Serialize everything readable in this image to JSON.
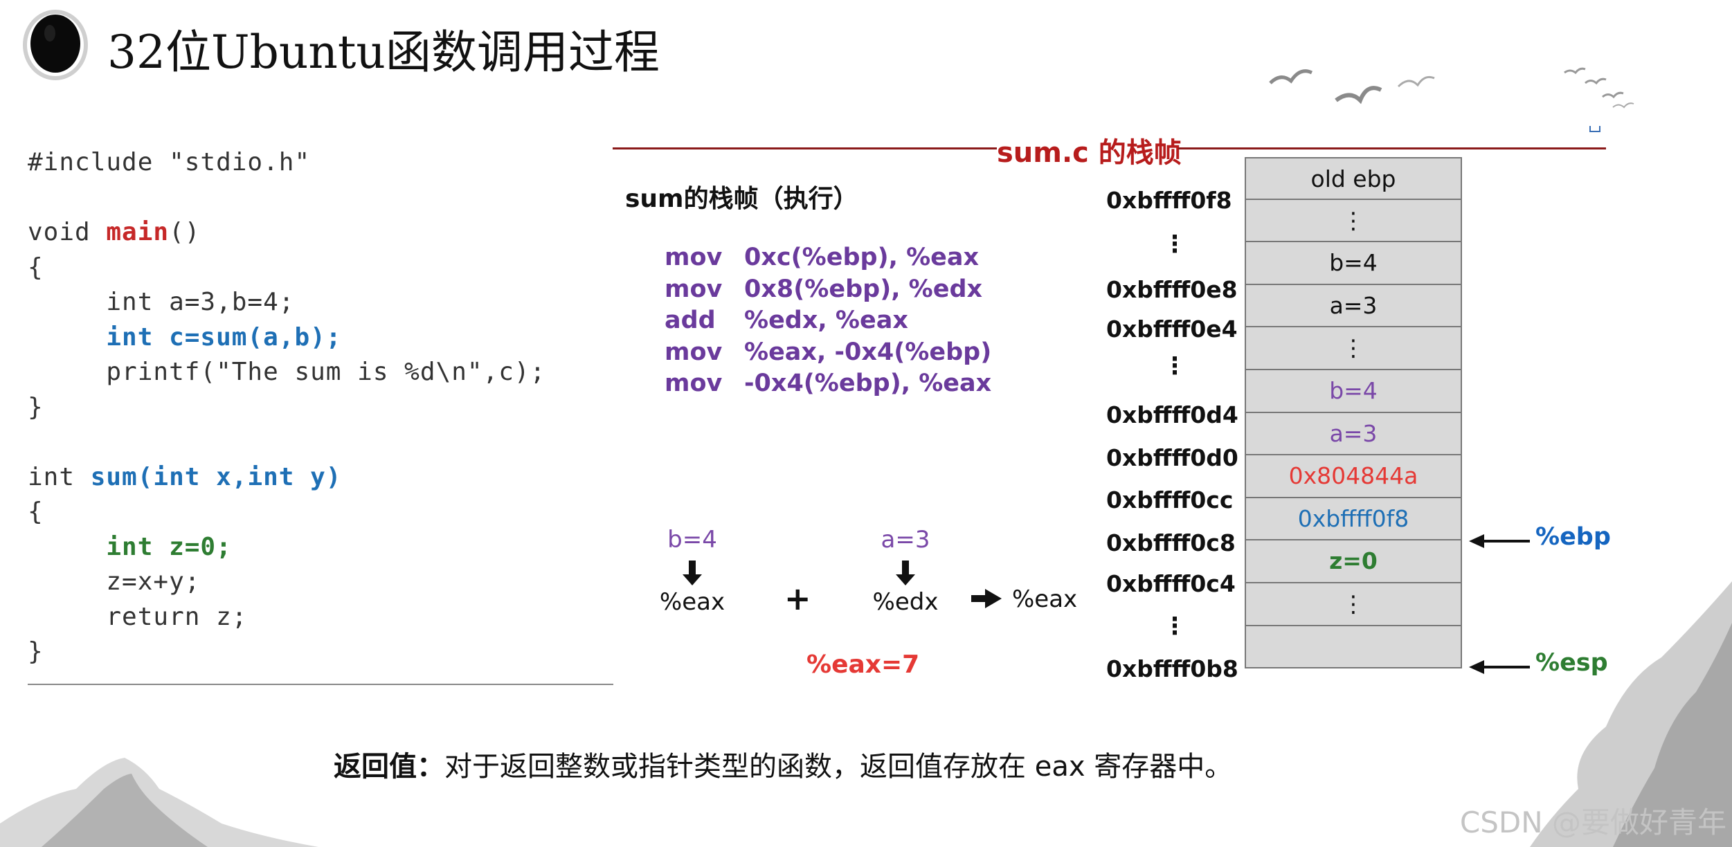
{
  "title": "32位Ubuntu函数调用过程",
  "code": {
    "lines": [
      {
        "parts": [
          {
            "t": "#include \"stdio.h\"",
            "c": ""
          }
        ]
      },
      {
        "parts": [
          {
            "t": "",
            "c": ""
          }
        ]
      },
      {
        "parts": [
          {
            "t": "void ",
            "c": ""
          },
          {
            "t": "main",
            "c": "kw-red"
          },
          {
            "t": "()",
            "c": ""
          }
        ]
      },
      {
        "parts": [
          {
            "t": "{",
            "c": ""
          }
        ]
      },
      {
        "parts": [
          {
            "t": "     int a=3,b=4;",
            "c": ""
          }
        ]
      },
      {
        "parts": [
          {
            "t": "     ",
            "c": ""
          },
          {
            "t": "int c=sum(a,b);",
            "c": "kw-blue"
          }
        ]
      },
      {
        "parts": [
          {
            "t": "     printf(\"The sum is %d\\n\",c);",
            "c": ""
          }
        ]
      },
      {
        "parts": [
          {
            "t": "}",
            "c": ""
          }
        ]
      },
      {
        "parts": [
          {
            "t": "",
            "c": ""
          }
        ]
      },
      {
        "parts": [
          {
            "t": "int ",
            "c": ""
          },
          {
            "t": "sum(int x,int y)",
            "c": "kw-blue"
          }
        ]
      },
      {
        "parts": [
          {
            "t": "{",
            "c": ""
          }
        ]
      },
      {
        "parts": [
          {
            "t": "     ",
            "c": ""
          },
          {
            "t": "int z=0;",
            "c": "kw-green"
          }
        ]
      },
      {
        "parts": [
          {
            "t": "     z=x+y;",
            "c": ""
          }
        ]
      },
      {
        "parts": [
          {
            "t": "     return z;",
            "c": ""
          }
        ]
      },
      {
        "parts": [
          {
            "t": "}",
            "c": ""
          }
        ]
      }
    ]
  },
  "frame": {
    "title": "sum.c 的栈帧",
    "subtitle": "sum的栈帧（执行）",
    "asm": [
      {
        "op": "mov",
        "args": "0xc(%ebp), %eax"
      },
      {
        "op": "mov",
        "args": "0x8(%ebp), %edx"
      },
      {
        "op": "add",
        "args": "%edx, %eax"
      },
      {
        "op": "mov",
        "args": "%eax, -0x4(%ebp)"
      },
      {
        "op": "mov",
        "args": "-0x4(%ebp), %eax"
      }
    ],
    "operation": {
      "left_value": "b=4",
      "left_reg": "%eax",
      "plus": "+",
      "right_value": "a=3",
      "right_reg": "%edx",
      "dest_reg": "%eax",
      "result": "%eax=7"
    }
  },
  "stack": {
    "cells": [
      {
        "text": "old ebp",
        "color": "c-black"
      },
      {
        "text": "⋮",
        "color": "c-black"
      },
      {
        "text": "b=4",
        "color": "c-black"
      },
      {
        "text": "a=3",
        "color": "c-black"
      },
      {
        "text": "⋮",
        "color": "c-black"
      },
      {
        "text": "b=4",
        "color": "c-purple"
      },
      {
        "text": "a=3",
        "color": "c-purple"
      },
      {
        "text": "0x804844a",
        "color": "c-red"
      },
      {
        "text": "0xbffff0f8",
        "color": "c-blue"
      },
      {
        "text": "z=0",
        "color": "c-green"
      },
      {
        "text": "⋮",
        "color": "c-black"
      },
      {
        "text": "",
        "color": "c-black"
      }
    ],
    "addresses": [
      "0xbffff0f8",
      "0xbffff0e8",
      "0xbffff0e4",
      "0xbffff0d4",
      "0xbffff0d0",
      "0xbffff0cc",
      "0xbffff0c8",
      "0xbffff0c4",
      "0xbffff0b8"
    ],
    "ebp_label": "%ebp",
    "esp_label": "%esp"
  },
  "footer": {
    "label": "返回值：",
    "text": "对于返回整数或指针类型的函数，返回值存放在 eax 寄存器中。"
  },
  "watermark": "CSDN @要做好青年",
  "colors": {
    "frame_rule": "#8b1a1a",
    "frame_title": "#b71c1c",
    "asm": "#6a3a9c",
    "red": "#e53935",
    "blue": "#1e6fb5",
    "green": "#2e7d32"
  }
}
